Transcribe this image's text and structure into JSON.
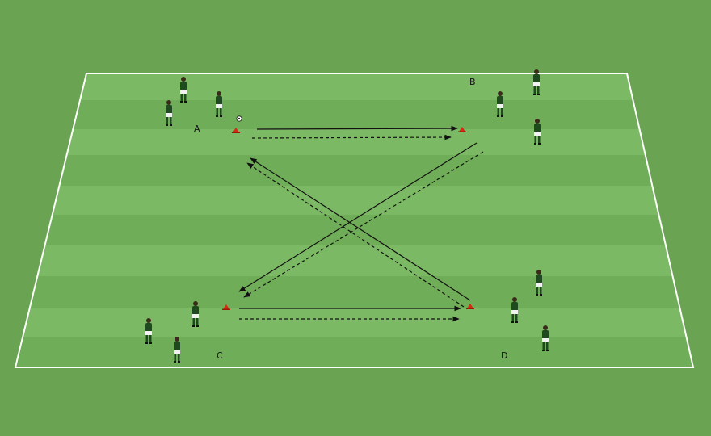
{
  "labels": {
    "a": "A",
    "b": "B",
    "c": "C",
    "d": "D"
  },
  "colors": {
    "grass": "#6aa352",
    "stripe_light": "#7cb964",
    "stripe_dark": "#70ad58",
    "line": "#ffffff",
    "shirt": "#1f4a1f",
    "cone": "#d42a12",
    "arrow": "#111111"
  },
  "icons": [
    "player-icon",
    "cone-icon",
    "ball-icon",
    "pass-arrow",
    "run-arrow"
  ]
}
